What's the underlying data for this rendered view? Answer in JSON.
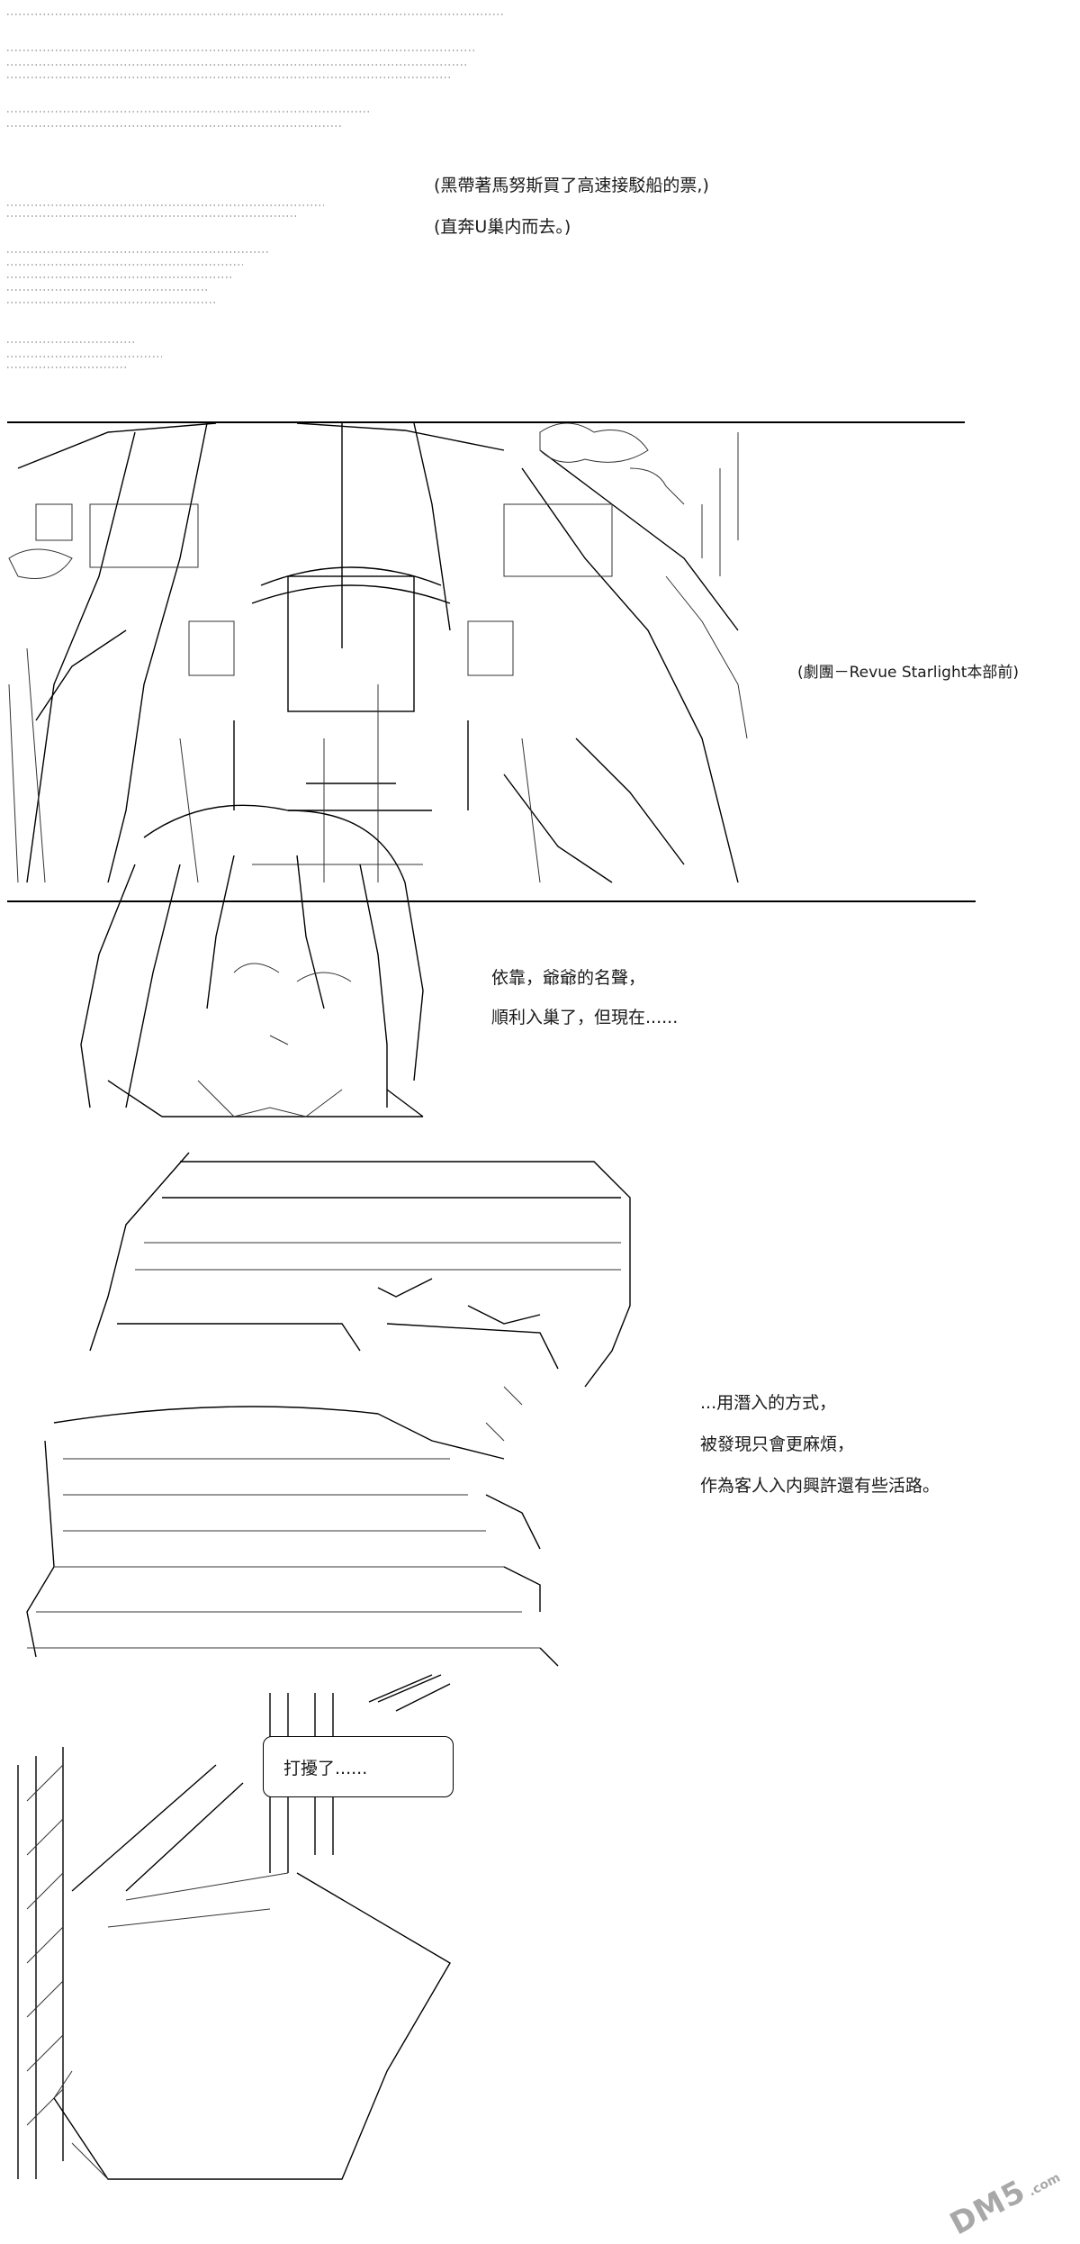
{
  "captions": {
    "line1": "(黑帶著馬努斯買了高速接駁船的票,)",
    "line2": "(直奔U巢内而去。)",
    "location": "(劇團－Revue Starlight本部前)",
    "thought1": "依靠，爺爺的名聲，",
    "thought2": "順利入巢了，但現在......",
    "plan1": "...用潛入的方式，",
    "plan2": "被發現只會更麻煩，",
    "plan3": "作為客人入内興許還有些活路。",
    "knock": "打擾了......"
  },
  "watermark": {
    "brand": "DM5",
    "domain": ".com"
  }
}
